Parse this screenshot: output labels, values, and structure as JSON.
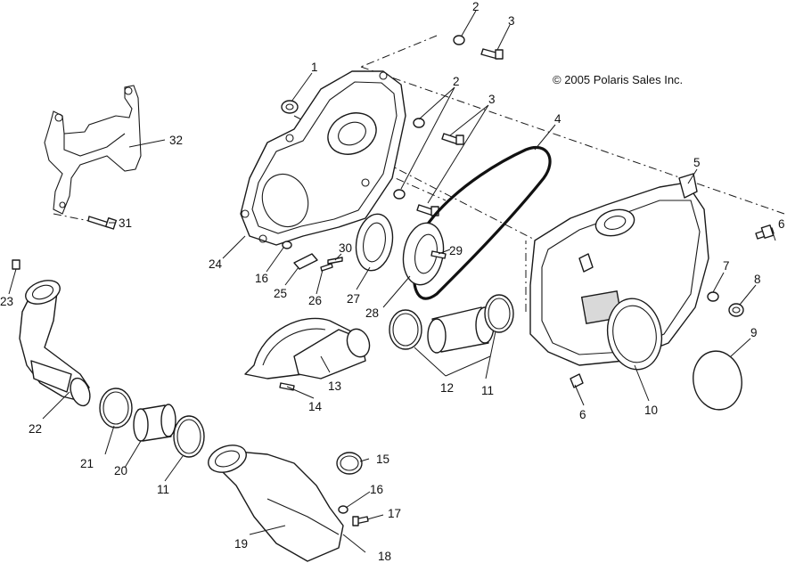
{
  "copyright": "© 2005 Polaris Sales Inc.",
  "callouts": {
    "c1": "1",
    "c2a": "2",
    "c2b": "2",
    "c3a": "3",
    "c3b": "3",
    "c4": "4",
    "c5": "5",
    "c6a": "6",
    "c6b": "6",
    "c7": "7",
    "c8": "8",
    "c9": "9",
    "c10": "10",
    "c11a": "11",
    "c11b": "11",
    "c12": "12",
    "c13": "13",
    "c14": "14",
    "c15": "15",
    "c16a": "16",
    "c16b": "16",
    "c17": "17",
    "c18": "18",
    "c19": "19",
    "c20": "20",
    "c21": "21",
    "c22": "22",
    "c23": "23",
    "c24": "24",
    "c25": "25",
    "c26": "26",
    "c27": "27",
    "c28": "28",
    "c29": "29",
    "c30": "30",
    "c31": "31",
    "c32": "32"
  }
}
